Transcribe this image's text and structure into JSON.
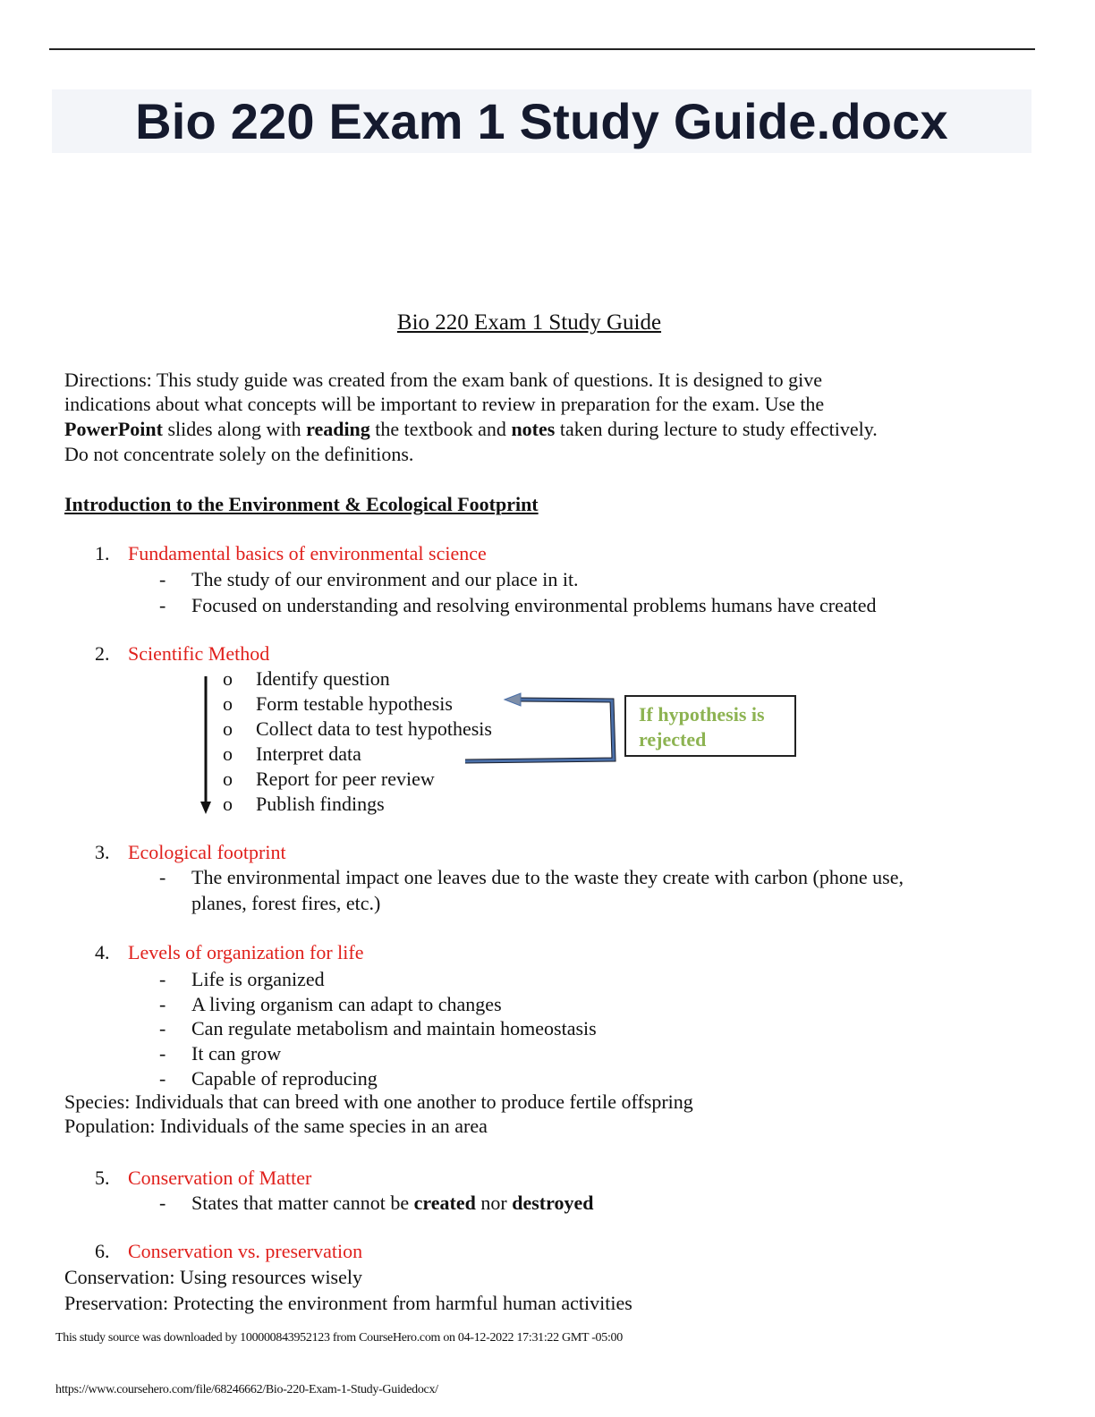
{
  "banner": {
    "title": "Bio 220 Exam 1 Study Guide.docx"
  },
  "document": {
    "title": "Bio 220 Exam 1 Study Guide",
    "directions": {
      "line1": "Directions: This study guide was created from the exam bank of questions. It is designed to give",
      "line2": "indications about what concepts will be important to review in preparation for the exam. Use the",
      "line3_w1": "PowerPoint",
      "line3_t1": " slides along with ",
      "line3_w2": "reading",
      "line3_t2": " the textbook and ",
      "line3_w3": "notes",
      "line3_t3": " taken during lecture to study effectively.",
      "line4": "Do not concentrate solely on the definitions."
    },
    "section_heading": "Introduction to the Environment & Ecological Footprint",
    "items": [
      {
        "number": "1.",
        "title": "Fundamental basics of environmental science",
        "bullets": [
          "The study of our environment and our place in it.",
          "Focused on understanding and resolving environmental problems humans have created"
        ]
      },
      {
        "number": "2.",
        "title": "Scientific Method",
        "steps": [
          "Identify question",
          "Form testable hypothesis",
          "Collect data to test hypothesis",
          "Interpret data",
          "Report for peer review",
          "Publish findings"
        ],
        "step_marker": "o",
        "note": "If hypothesis is rejected"
      },
      {
        "number": "3.",
        "title": "Ecological footprint",
        "bullets": [
          "The environmental impact one leaves due to the waste they create with carbon (phone use,",
          "planes, forest fires, etc.)"
        ]
      },
      {
        "number": "4.",
        "title": "Levels of organization for life",
        "bullets": [
          "Life is organized",
          "A living organism can adapt to changes",
          "Can regulate metabolism and maintain homeostasis",
          "It can grow",
          "Capable of reproducing"
        ],
        "definitions": [
          "Species: Individuals that can breed with one another to produce fertile offspring",
          "Population: Individuals of the same species in an area"
        ]
      },
      {
        "number": "5.",
        "title": "Conservation of Matter",
        "bullet_t1": "States that matter cannot be ",
        "bullet_b1": "created",
        "bullet_t2": " nor ",
        "bullet_b2": "destroyed"
      },
      {
        "number": "6.",
        "title": "Conservation vs. preservation",
        "definitions": [
          "Conservation: Using resources wisely",
          "Preservation: Protecting the environment from harmful human activities"
        ]
      }
    ],
    "bullet_marker": "-"
  },
  "footer": {
    "source": "This study source was downloaded by 100000843952123 from CourseHero.com on 04-12-2022 17:31:22 GMT -05:00",
    "url": "https://www.coursehero.com/file/68246662/Bio-220-Exam-1-Study-Guidedocx/"
  },
  "colors": {
    "heading_red": "#e0201c",
    "note_green": "#8db352",
    "arrow_blue": "#4a6fa8",
    "banner_bg": "#f3f5f9"
  }
}
